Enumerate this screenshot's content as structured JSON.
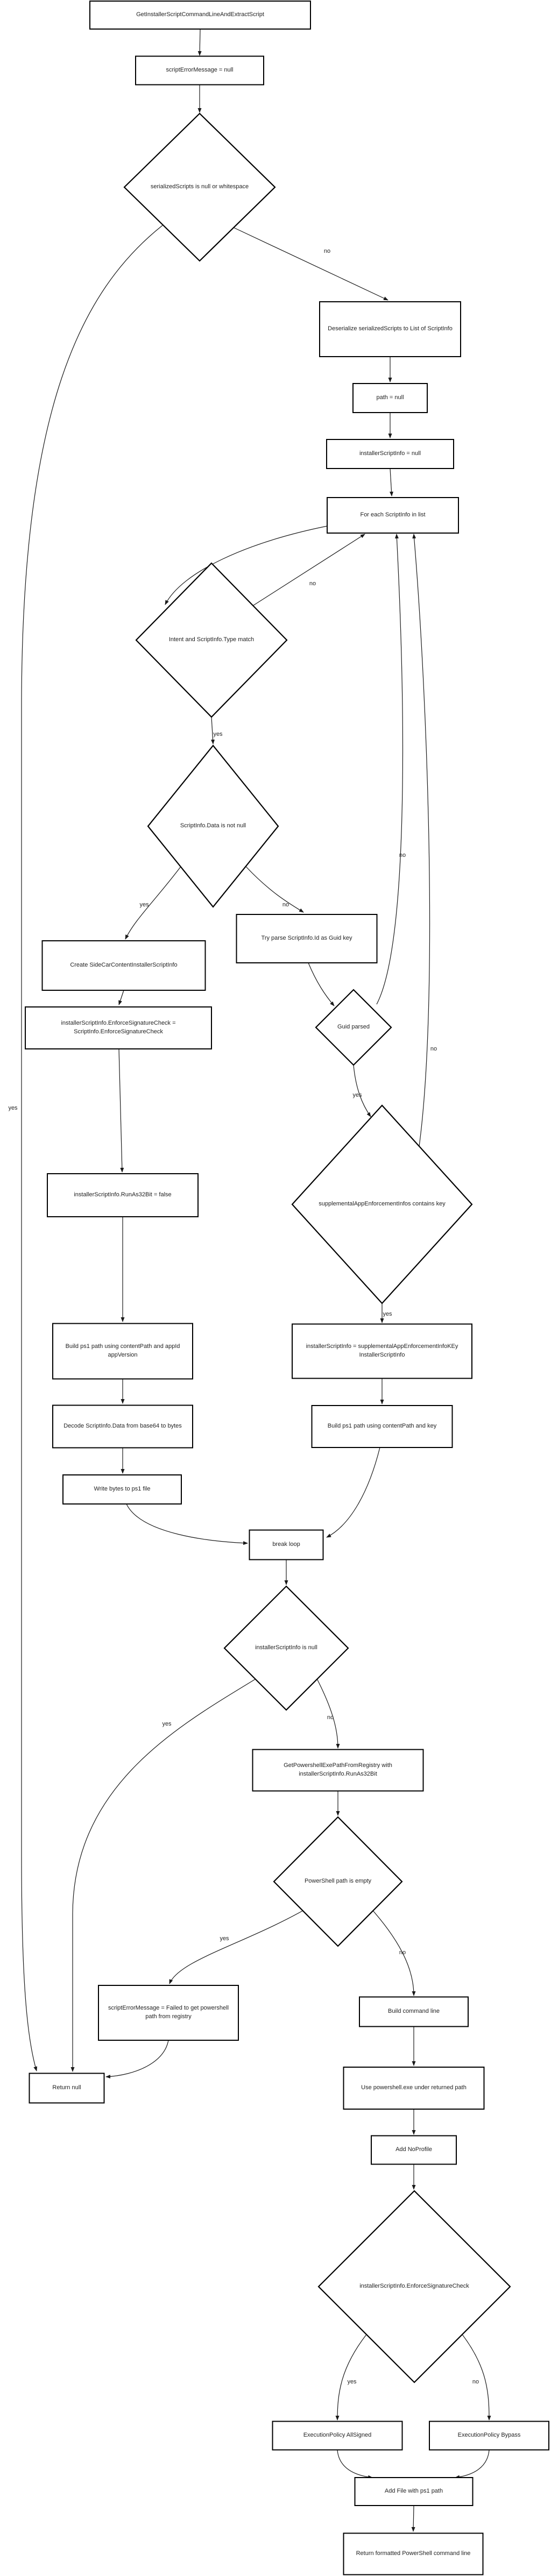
{
  "diagram": {
    "type": "flowchart",
    "nodes": {
      "n1": {
        "label": "GetInstallerScriptCommandLineAndExtractScript"
      },
      "n2": {
        "label": "scriptErrorMessage = null"
      },
      "d1": {
        "label": "serializedScripts is null or whitespace"
      },
      "n3": {
        "label": "Deserialize serializedScripts to List of ScriptInfo"
      },
      "n4": {
        "label": "path = null"
      },
      "n5": {
        "label": "installerScriptInfo = null"
      },
      "n6": {
        "label": "For each ScriptInfo in list"
      },
      "d2": {
        "label": "Intent and ScriptInfo.Type match"
      },
      "d3": {
        "label": "ScriptInfo.Data is not null"
      },
      "n7": {
        "label": "Create SideCarContentInstallerScriptInfo"
      },
      "n9": {
        "label": "Try parse ScriptInfo.Id as Guid key"
      },
      "n8": {
        "label": "installerScriptInfo.EnforceSignatureCheck = ScriptInfo.EnforceSignatureCheck"
      },
      "d4": {
        "label": "Guid parsed"
      },
      "n10": {
        "label": "installerScriptInfo.RunAs32Bit = false"
      },
      "d5": {
        "label": "supplementalAppEnforcementInfos contains key"
      },
      "n11": {
        "label": "installerScriptInfo = supplementalAppEnforcementInfoKEy InstallerScriptInfo"
      },
      "n12": {
        "label": "Build ps1 path using contentPath and key"
      },
      "n13": {
        "label": "Build ps1 path using contentPath and appId appVersion"
      },
      "n14": {
        "label": "Decode ScriptInfo.Data from base64 to bytes"
      },
      "n15": {
        "label": "Write bytes to ps1 file"
      },
      "n16": {
        "label": "break loop"
      },
      "d6": {
        "label": "installerScriptInfo is null"
      },
      "n17": {
        "label": "GetPowershellExePathFromRegistry with installerScriptInfo.RunAs32Bit"
      },
      "d7": {
        "label": "PowerShell path is empty"
      },
      "n18": {
        "label": "scriptErrorMessage = Failed to get powershell path from registry"
      },
      "n19": {
        "label": "Build command line"
      },
      "n20": {
        "label": "Return null"
      },
      "n21": {
        "label": "Use powershell.exe under returned path"
      },
      "n22": {
        "label": "Add NoProfile"
      },
      "d8": {
        "label": "installerScriptInfo.EnforceSignatureCheck"
      },
      "n23": {
        "label": "ExecutionPolicy AllSigned"
      },
      "n24": {
        "label": "ExecutionPolicy Bypass"
      },
      "n25": {
        "label": "Add File with ps1 path"
      },
      "n26": {
        "label": "Return formatted PowerShell command line"
      }
    },
    "edge_labels": {
      "e3_no": "no",
      "e4_yes": "yes",
      "e9_no": "no",
      "e10_yes": "yes",
      "e11_yes": "yes",
      "e12_no": "no",
      "e20_yes": "yes",
      "e21_no": "no",
      "e22_no": "no",
      "e23_yes": "yes",
      "e27_no": "no",
      "e28_yes": "yes",
      "e30_yes": "yes",
      "e31_no": "no",
      "e36_yes": "yes",
      "e37_no": "no"
    },
    "colors": {
      "line": "#1a1a1a",
      "node_border": "#000000",
      "background": "#ffffff",
      "text": "#1f1f1f"
    }
  }
}
